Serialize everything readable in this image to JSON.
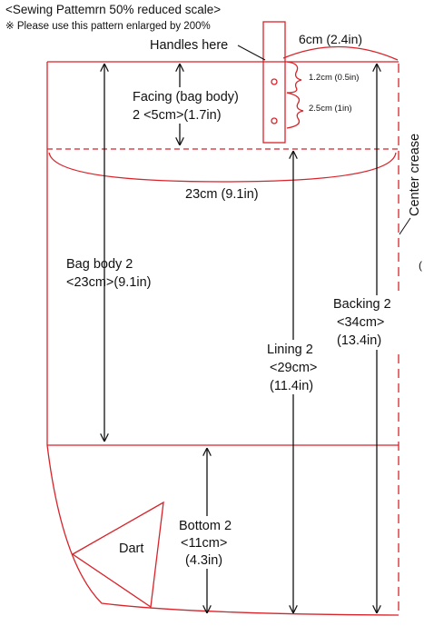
{
  "header": {
    "title": "<Sewing Pattemrn  50% reduced scale>",
    "note": "※ Please use this pattern enlarged by 200%"
  },
  "labels": {
    "handles": "Handles here",
    "handle_width": "6cm (2.4in)",
    "spacing_small": "1.2cm (0.5in)",
    "spacing_large": "2.5cm (1in)",
    "facing_line1": "Facing (bag body)",
    "facing_line2": "2 <5cm>(1.7in)",
    "width": "23cm (9.1in)",
    "center_crease": "Center crease",
    "bag_body_line1": "Bag body 2",
    "bag_body_line2": "<23cm>(9.1in)",
    "backing_line1": "Backing 2",
    "backing_line2": "<34cm>",
    "backing_line3": "(13.4in)",
    "lining_line1": "Lining 2",
    "lining_line2": "<29cm>",
    "lining_line3": "(11.4in)",
    "bottom_line1": "Bottom 2",
    "bottom_line2": "<11cm>",
    "bottom_line3": "(4.3in)",
    "dart": "Dart",
    "edge_mark": "("
  },
  "colors": {
    "pattern_line": "#d8232a",
    "dimension_line": "#111111"
  }
}
